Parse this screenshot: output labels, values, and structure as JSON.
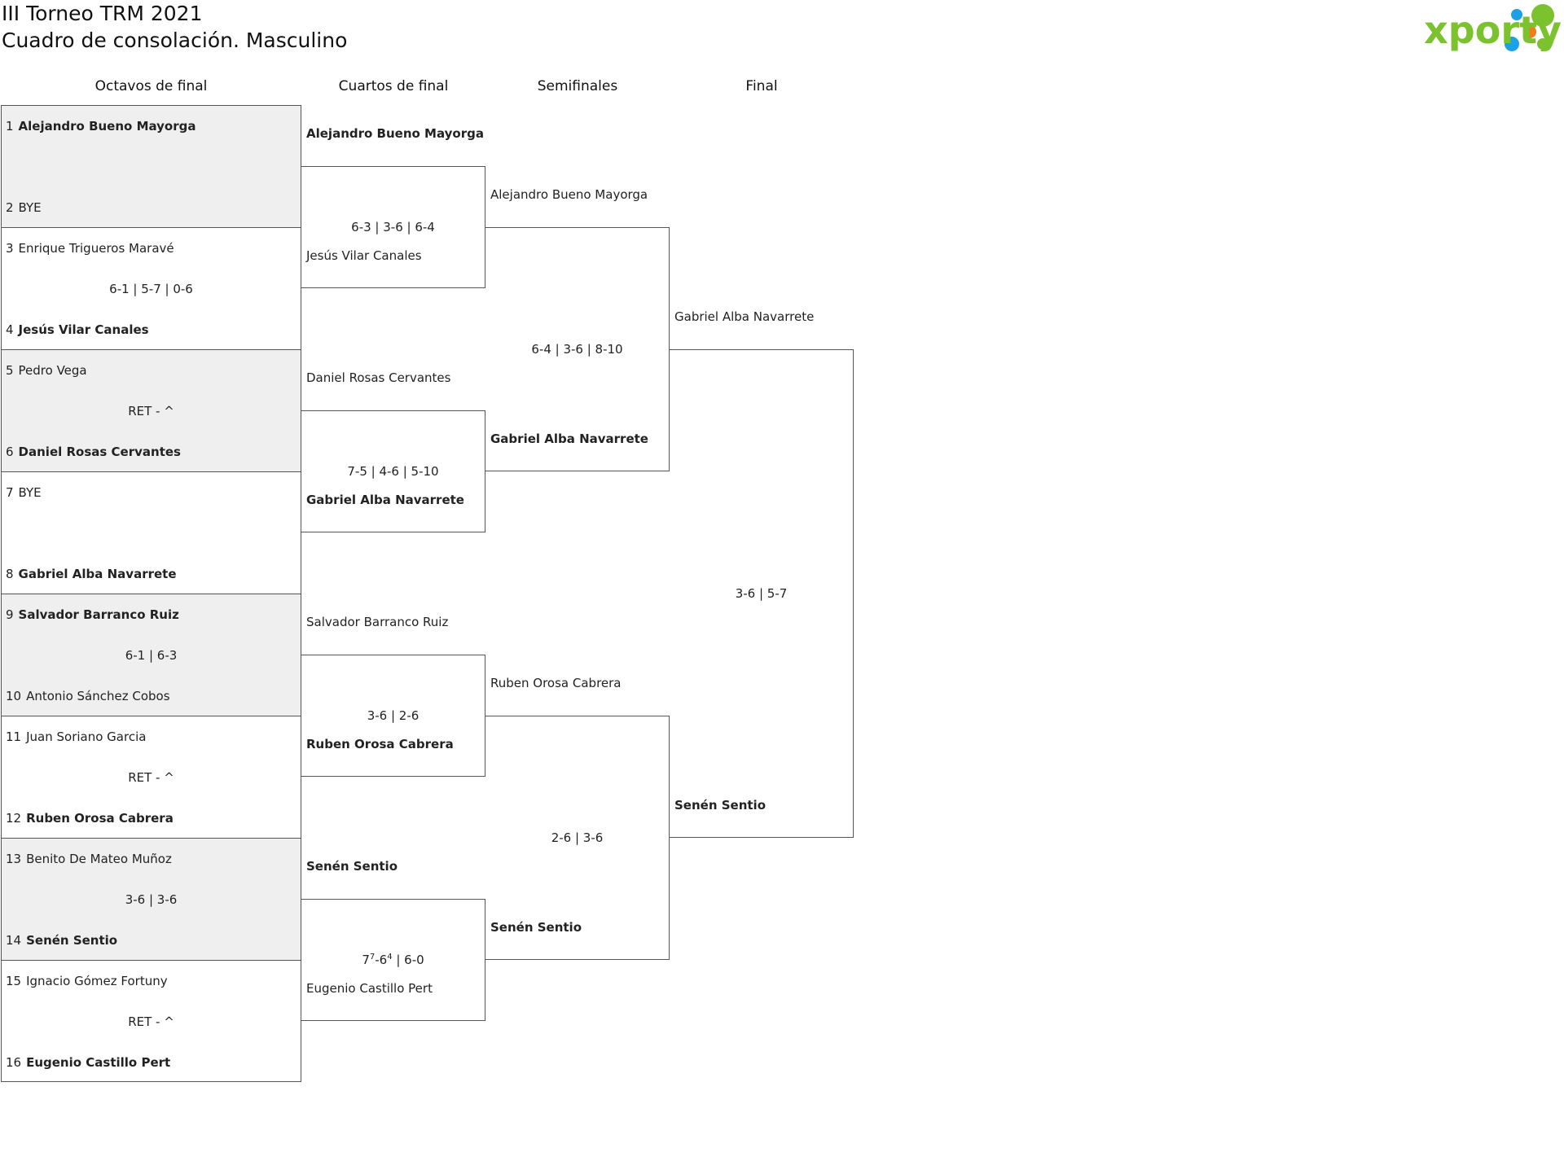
{
  "header": {
    "title_line1": "III Torneo TRM 2021",
    "title_line2": "Cuadro de consolación. Masculino",
    "logo_text": "xporty"
  },
  "colors": {
    "logo_green": "#7cc22f",
    "logo_blue": "#1da1e6",
    "logo_orange": "#ef7d1a",
    "row_shade": "#efefef",
    "line": "#555555"
  },
  "rounds": [
    "Octavos de final",
    "Cuartos de final",
    "Semifinales",
    "Final"
  ],
  "r16": [
    {
      "p1": {
        "seed": "1",
        "name": "Alejandro Bueno Mayorga",
        "winner": true
      },
      "p2": {
        "seed": "2",
        "name": "BYE",
        "winner": false
      },
      "score": ""
    },
    {
      "p1": {
        "seed": "3",
        "name": "Enrique Trigueros Maravé",
        "winner": false
      },
      "p2": {
        "seed": "4",
        "name": "Jesús Vilar Canales",
        "winner": true
      },
      "score": "6-1 | 5-7 | 0-6"
    },
    {
      "p1": {
        "seed": "5",
        "name": "Pedro Vega",
        "winner": false
      },
      "p2": {
        "seed": "6",
        "name": "Daniel Rosas Cervantes",
        "winner": true
      },
      "score": "RET - ^"
    },
    {
      "p1": {
        "seed": "7",
        "name": "BYE",
        "winner": false
      },
      "p2": {
        "seed": "8",
        "name": "Gabriel Alba Navarrete",
        "winner": true
      },
      "score": ""
    },
    {
      "p1": {
        "seed": "9",
        "name": "Salvador Barranco Ruiz",
        "winner": true
      },
      "p2": {
        "seed": "10",
        "name": "Antonio Sánchez Cobos",
        "winner": false
      },
      "score": "6-1 | 6-3"
    },
    {
      "p1": {
        "seed": "11",
        "name": "Juan Soriano Garcia",
        "winner": false
      },
      "p2": {
        "seed": "12",
        "name": "Ruben Orosa Cabrera",
        "winner": true
      },
      "score": "RET - ^"
    },
    {
      "p1": {
        "seed": "13",
        "name": "Benito De Mateo Muñoz",
        "winner": false
      },
      "p2": {
        "seed": "14",
        "name": "Senén Sentio",
        "winner": true
      },
      "score": "3-6 | 3-6"
    },
    {
      "p1": {
        "seed": "15",
        "name": "Ignacio Gómez Fortuny",
        "winner": false
      },
      "p2": {
        "seed": "16",
        "name": "Eugenio Castillo Pert",
        "winner": true
      },
      "score": "RET - ^"
    }
  ],
  "qf": [
    {
      "p1": {
        "name": "Alejandro Bueno Mayorga",
        "winner": true
      },
      "p2": {
        "name": "Jesús Vilar Canales",
        "winner": false
      },
      "score": "6-3 | 3-6 | 6-4"
    },
    {
      "p1": {
        "name": "Daniel Rosas Cervantes",
        "winner": false
      },
      "p2": {
        "name": "Gabriel Alba Navarrete",
        "winner": true
      },
      "score": "7-5 | 4-6 | 5-10"
    },
    {
      "p1": {
        "name": "Salvador Barranco Ruiz",
        "winner": false
      },
      "p2": {
        "name": "Ruben Orosa Cabrera",
        "winner": true
      },
      "score": "3-6 | 2-6"
    },
    {
      "p1": {
        "name": "Senén Sentio",
        "winner": true
      },
      "p2": {
        "name": "Eugenio Castillo Pert",
        "winner": false
      },
      "score_parts": {
        "a": "7",
        "a_sup": "7",
        "b": "-6",
        "b_sup": "4",
        "rest": " | 6-0"
      }
    }
  ],
  "sf": [
    {
      "p1": {
        "name": "Alejandro Bueno Mayorga",
        "winner": false
      },
      "p2": {
        "name": "Gabriel Alba Navarrete",
        "winner": true
      },
      "score": "6-4 | 3-6 | 8-10"
    },
    {
      "p1": {
        "name": "Ruben Orosa Cabrera",
        "winner": false
      },
      "p2": {
        "name": "Senén Sentio",
        "winner": true
      },
      "score": "2-6 | 3-6"
    }
  ],
  "final": {
    "p1": {
      "name": "Gabriel Alba Navarrete",
      "winner": false
    },
    "p2": {
      "name": "Senén Sentio",
      "winner": true
    },
    "score": "3-6 | 5-7"
  }
}
